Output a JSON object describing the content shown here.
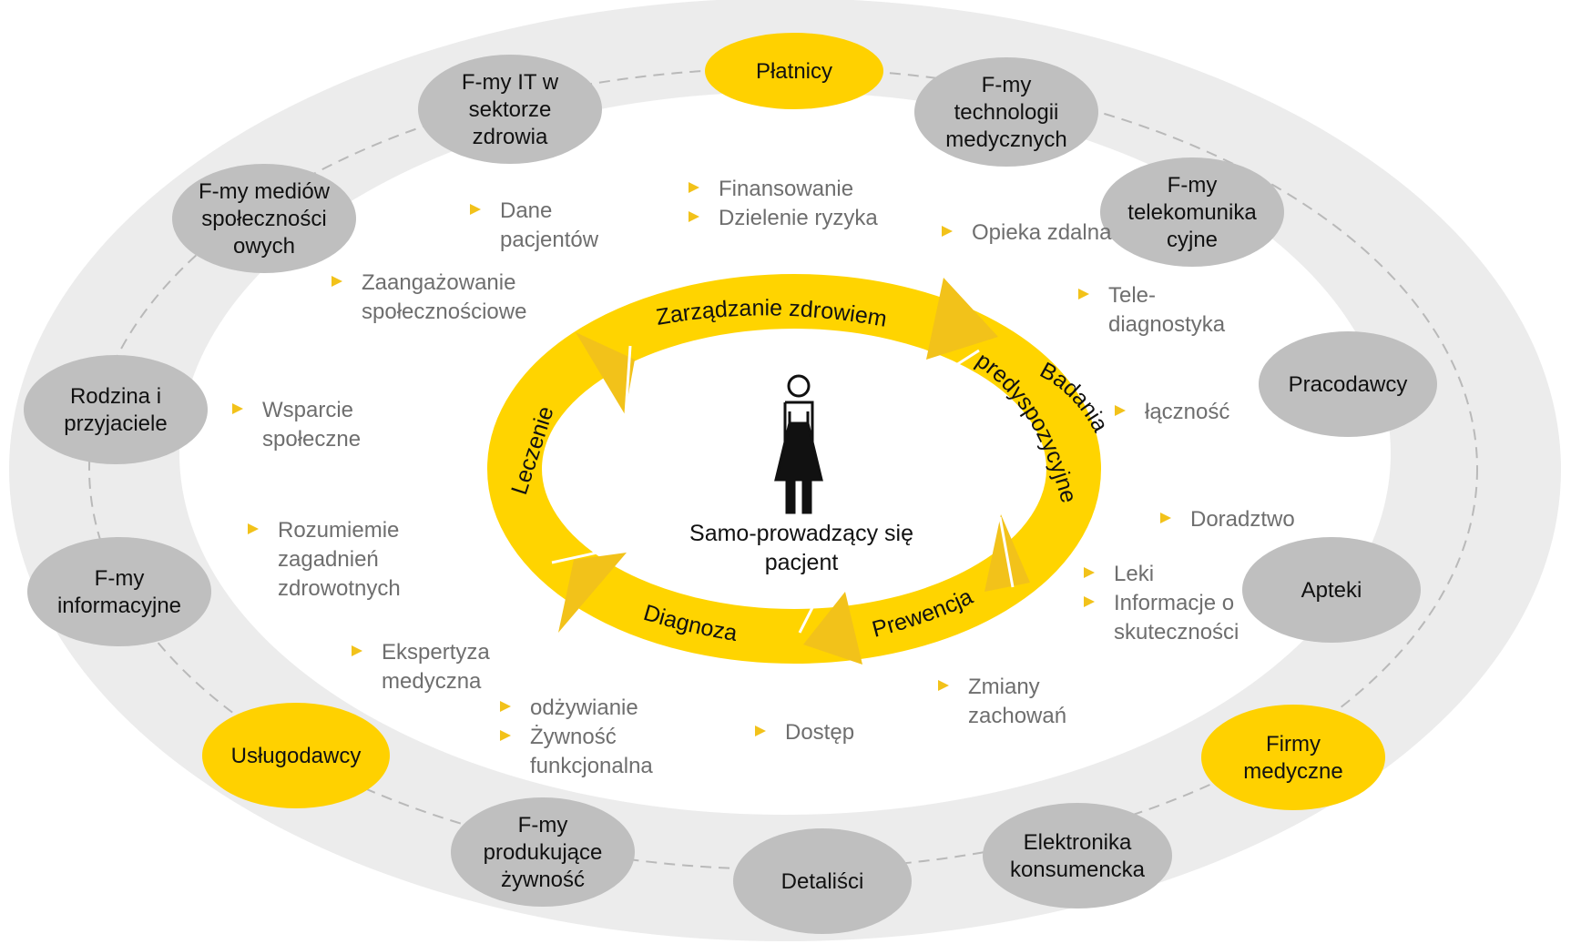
{
  "colors": {
    "outer_ring": "#ececec",
    "inner_area": "#ffffff",
    "node_gray": "#bfbfbf",
    "node_yellow": "#ffd100",
    "cycle_yellow": "#ffd400",
    "bullet": "#f2c21a",
    "service_text": "#6e6e6e"
  },
  "stakeholders": [
    {
      "id": "platnicy",
      "lines": [
        "Płatnicy"
      ],
      "highlight": true
    },
    {
      "id": "technologii",
      "lines": [
        "F-my",
        "technologii",
        "medycznych"
      ],
      "highlight": false
    },
    {
      "id": "telekom",
      "lines": [
        "F-my",
        "telekomunika",
        "cyjne"
      ],
      "highlight": false
    },
    {
      "id": "pracodawcy",
      "lines": [
        "Pracodawcy"
      ],
      "highlight": false
    },
    {
      "id": "apteki",
      "lines": [
        "Apteki"
      ],
      "highlight": false
    },
    {
      "id": "firmy-med",
      "lines": [
        "Firmy",
        "medyczne"
      ],
      "highlight": true
    },
    {
      "id": "elektronika",
      "lines": [
        "Elektronika",
        "konsumencka"
      ],
      "highlight": false
    },
    {
      "id": "detalisci",
      "lines": [
        "Detaliści"
      ],
      "highlight": false
    },
    {
      "id": "zywnosc",
      "lines": [
        "F-my",
        "produkujące",
        "żywność"
      ],
      "highlight": false
    },
    {
      "id": "uslugodawcy",
      "lines": [
        "Usługodawcy"
      ],
      "highlight": true
    },
    {
      "id": "informacyjne",
      "lines": [
        "F-my",
        "informacyjne"
      ],
      "highlight": false
    },
    {
      "id": "rodzina",
      "lines": [
        "Rodzina i",
        "przyjaciele"
      ],
      "highlight": false
    },
    {
      "id": "media",
      "lines": [
        "F-my mediów",
        "społeczności",
        "owych"
      ],
      "highlight": false
    },
    {
      "id": "it",
      "lines": [
        "F-my IT w",
        "sektorze",
        "zdrowia"
      ],
      "highlight": false
    }
  ],
  "services": [
    {
      "id": "finansowanie",
      "lines": [
        "Finansowanie"
      ]
    },
    {
      "id": "ryzyko",
      "lines": [
        "Dzielenie ryzyka"
      ]
    },
    {
      "id": "dane",
      "lines": [
        "Dane",
        "pacjentów"
      ]
    },
    {
      "id": "opieka",
      "lines": [
        "Opieka zdalna"
      ]
    },
    {
      "id": "zaangazowanie",
      "lines": [
        "Zaangażowanie",
        "społecznościowe"
      ]
    },
    {
      "id": "telediag",
      "lines": [
        "Tele-",
        "diagnostyka"
      ]
    },
    {
      "id": "wsparcie",
      "lines": [
        "Wsparcie",
        "społeczne"
      ]
    },
    {
      "id": "lacznosc",
      "lines": [
        "łączność"
      ]
    },
    {
      "id": "doradztwo",
      "lines": [
        "Doradztwo"
      ]
    },
    {
      "id": "rozumienie",
      "lines": [
        "Rozumiemie",
        "zagadnień",
        "zdrowotnych"
      ]
    },
    {
      "id": "leki",
      "lines": [
        "Leki"
      ]
    },
    {
      "id": "informacje",
      "lines": [
        "Informacje o",
        "skuteczności"
      ]
    },
    {
      "id": "ekspertyza",
      "lines": [
        "Ekspertyza",
        "medyczna"
      ]
    },
    {
      "id": "zmiany",
      "lines": [
        "Zmiany",
        "zachowań"
      ]
    },
    {
      "id": "odzywianie",
      "lines": [
        "odżywianie"
      ]
    },
    {
      "id": "zywnosc-funk",
      "lines": [
        "Żywność",
        "funkcjonalna"
      ]
    },
    {
      "id": "dostep",
      "lines": [
        "Dostęp"
      ]
    }
  ],
  "cycle": {
    "stages": [
      {
        "id": "zarzadzanie",
        "label": "Zarządzanie zdrowiem"
      },
      {
        "id": "badania-1",
        "label": "Badania"
      },
      {
        "id": "badania-2",
        "label": "predyspozycyjne"
      },
      {
        "id": "prewencja",
        "label": "Prewencja"
      },
      {
        "id": "diagnoza",
        "label": "Diagnoza"
      },
      {
        "id": "leczenie",
        "label": "Leczenie"
      }
    ],
    "center_lines": [
      "Samo-prowadzący się",
      "pacjent"
    ],
    "center_icon": "person-icon"
  }
}
